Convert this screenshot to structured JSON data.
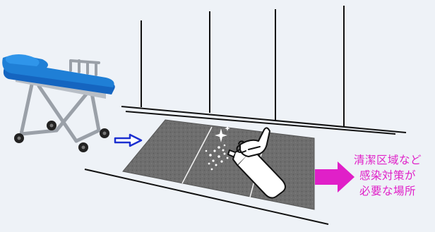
{
  "caption": {
    "lines": [
      "清潔区域など",
      "感染対策が",
      "必要な場所"
    ],
    "color": "#e020c8"
  },
  "colors": {
    "stretcher_pad": "#1f7fd6",
    "stretcher_frame": "#9aa0a8",
    "mat": "#6b6b6b",
    "blue_arrow": "#1b2fd0",
    "magenta_arrow": "#e020c8"
  },
  "icons": {
    "stretcher": "stretcher-illustration",
    "spray": "spray-bottle-icon",
    "sparkle": "sparkle-icon"
  }
}
